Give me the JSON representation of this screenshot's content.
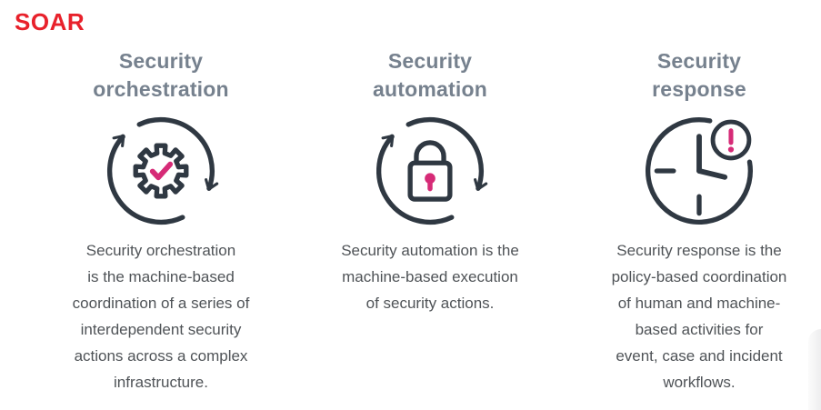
{
  "page": {
    "title": "SOAR"
  },
  "colors": {
    "accent_red": "#e8212b",
    "heading_slate": "#76818e",
    "body_text": "#4f5357",
    "icon_stroke": "#2f3842",
    "icon_pink": "#d62b77"
  },
  "columns": [
    {
      "heading": "Security\norchestration",
      "icon": "cycle-gear-check-icon",
      "description": "Security orchestration\nis the machine-based\ncoordination of a series of\ninterdependent security\nactions across a complex\ninfrastructure."
    },
    {
      "heading": "Security\nautomation",
      "icon": "cycle-lock-icon",
      "description": "Security automation is the\nmachine-based execution\nof security actions."
    },
    {
      "heading": "Security\nresponse",
      "icon": "clock-alert-icon",
      "description": "Security response is the\npolicy-based coordination\nof human and machine-\nbased activities for\nevent, case and incident\nworkflows."
    }
  ]
}
